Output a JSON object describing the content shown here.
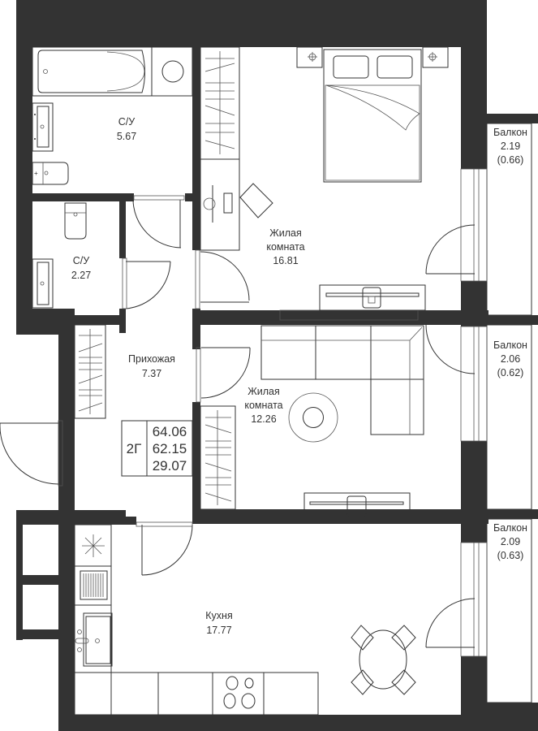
{
  "plan": {
    "wall_color": "#333333",
    "background_color": "#ffffff",
    "summary": {
      "type_label": "2Г",
      "total_area": "64.06",
      "area_without_balconies": "62.15",
      "living_area": "29.07"
    },
    "rooms": [
      {
        "id": "bathroom-large",
        "name": "С/У",
        "area": "5.67"
      },
      {
        "id": "bathroom-small",
        "name": "С/У",
        "area": "2.27"
      },
      {
        "id": "hallway",
        "name": "Прихожая",
        "area": "7.37"
      },
      {
        "id": "bedroom",
        "name_line1": "Жилая",
        "name_line2": "комната",
        "area": "16.81"
      },
      {
        "id": "living-room",
        "name_line1": "Жилая",
        "name_line2": "комната",
        "area": "12.26"
      },
      {
        "id": "kitchen",
        "name": "Кухня",
        "area": "17.77"
      },
      {
        "id": "balcony-1",
        "name": "Балкон",
        "area": "2.19",
        "reduced_area": "(0.66)"
      },
      {
        "id": "balcony-2",
        "name": "Балкон",
        "area": "2.06",
        "reduced_area": "(0.62)"
      },
      {
        "id": "balcony-3",
        "name": "Балкон",
        "area": "2.09",
        "reduced_area": "(0.63)"
      }
    ]
  }
}
